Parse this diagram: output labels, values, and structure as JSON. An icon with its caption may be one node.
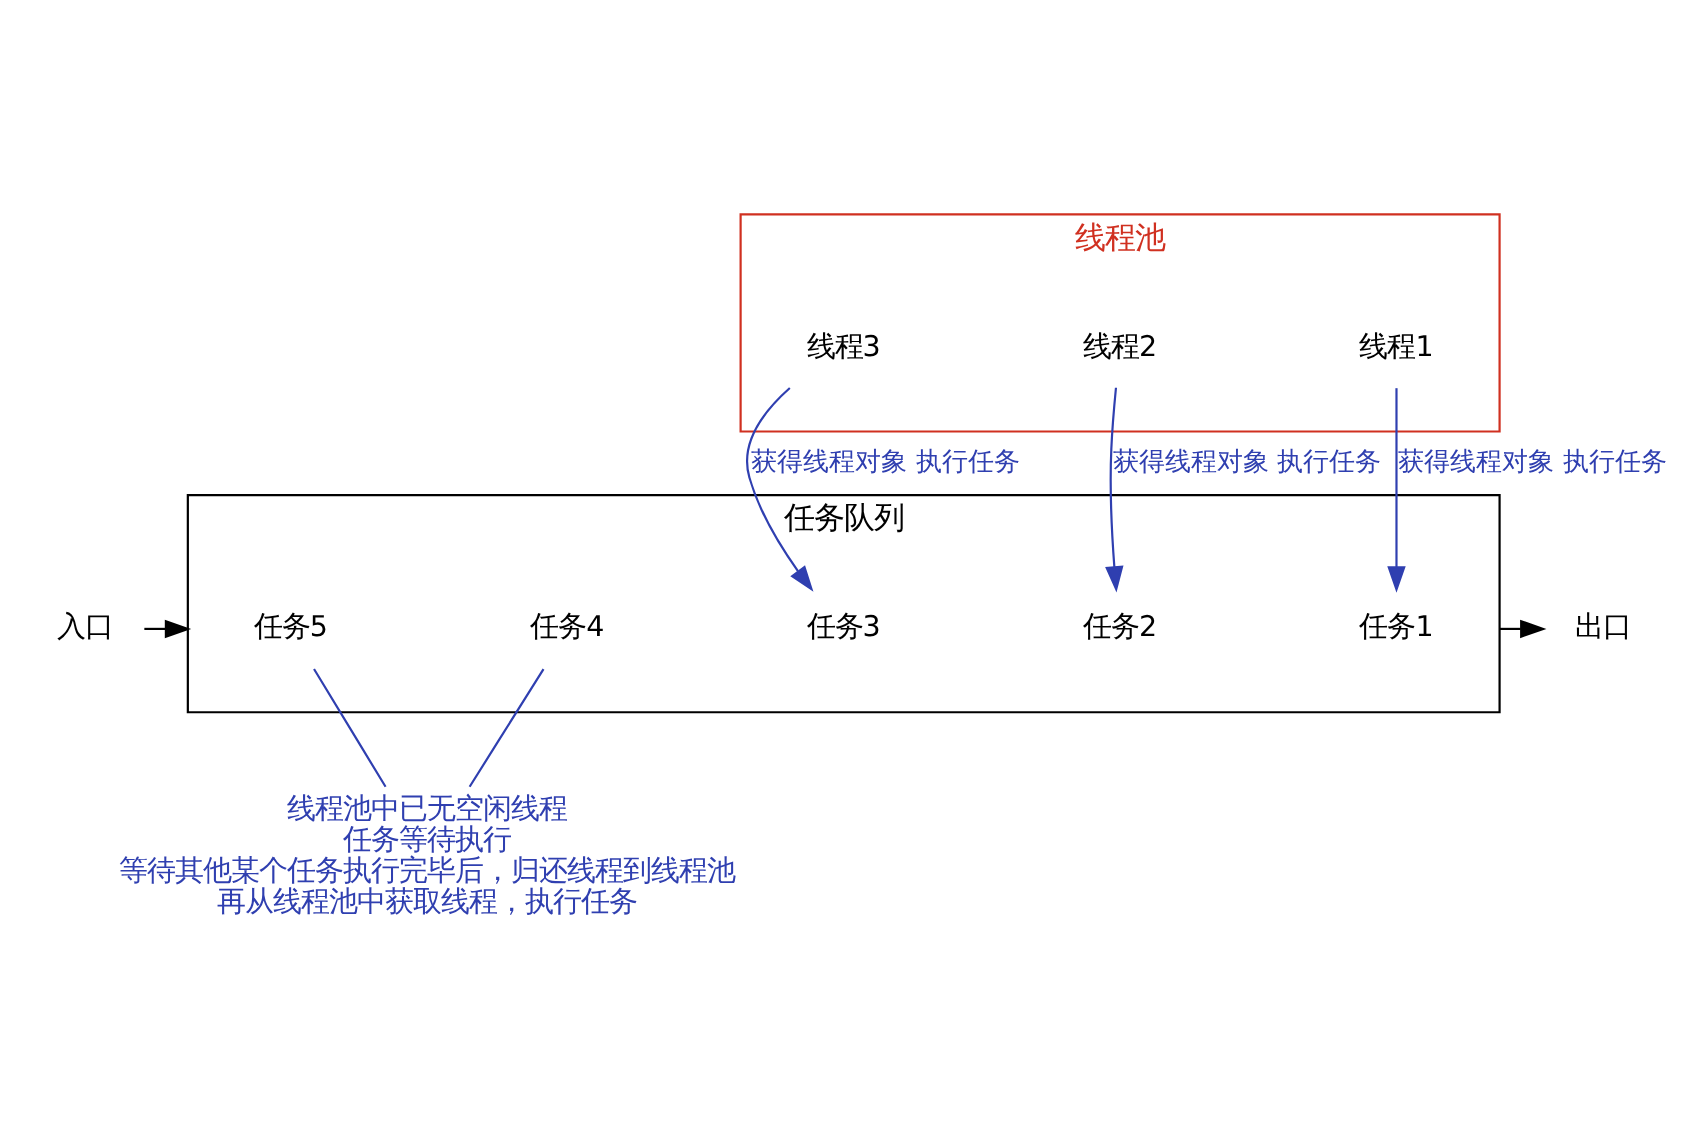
{
  "diagram": {
    "nodes": [
      {
        "text": [
          "线程池"
        ]
      },
      {
        "text": [
          "线程3"
        ],
        "in": 0
      },
      {
        "text": [
          "线程2"
        ],
        "in": 0
      },
      {
        "text": [
          "线程1"
        ],
        "in": 0
      },
      {
        "text": [
          "任务队列"
        ]
      },
      {
        "text": [
          "任务5"
        ],
        "in": 4
      },
      {
        "text": [
          "任务4"
        ],
        "in": 4
      },
      {
        "text": [
          "任务3"
        ],
        "in": 4
      },
      {
        "text": [
          "任务2"
        ],
        "in": 4
      },
      {
        "text": [
          "任务1"
        ],
        "in": 4
      },
      {
        "text": [
          "入口"
        ]
      },
      {
        "text": [
          "出口"
        ]
      },
      {
        "text": [
          "线程池中已无空闲线程",
          "任务等待执行",
          "等待其他某个任务执行完毕后，归还线程到线程池",
          "再从线程池中获取线程，执行任务"
        ]
      }
    ],
    "edges": [
      {
        "from": 1,
        "to": 7,
        "arrow": "to",
        "label": "获得线程对象 执行任务"
      },
      {
        "from": 2,
        "to": 8,
        "arrow": "to",
        "label": "获得线程对象 执行任务"
      },
      {
        "from": 3,
        "to": 9,
        "arrow": "to",
        "label": "获得线程对象 执行任务"
      },
      {
        "from": 10,
        "to": 4,
        "arrow": "to",
        "color": "#000000"
      },
      {
        "from": 4,
        "to": 11,
        "arrow": "to",
        "color": "#000000"
      },
      {
        "from": 5,
        "to": 12,
        "arrow": "none"
      },
      {
        "from": 6,
        "to": 12,
        "arrow": "none"
      }
    ]
  }
}
